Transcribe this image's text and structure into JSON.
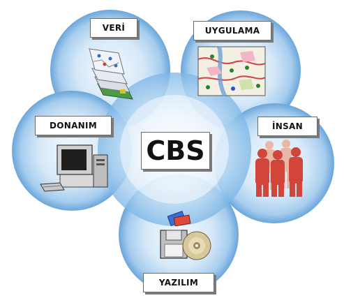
{
  "center": {
    "label": "CBS"
  },
  "components": {
    "veri": "VERİ",
    "uygulama": "UYGULAMA",
    "donanim": "DONANIM",
    "insan": "İNSAN",
    "yazilim": "YAZILIM"
  },
  "colors": {
    "circle_edge": "#5f9fd6",
    "circle_mid": "#b8d9f2",
    "circle_light": "#eef6fd",
    "center_glow": "#8fc3ec",
    "label_border": "#6d6d6d",
    "person_fill": "#c8392c"
  },
  "icons": {
    "veri": "map-layers-icon",
    "uygulama": "map-application-icon",
    "donanim": "desktop-computer-icon",
    "insan": "people-group-icon",
    "yazilim": "software-disk-icon"
  }
}
